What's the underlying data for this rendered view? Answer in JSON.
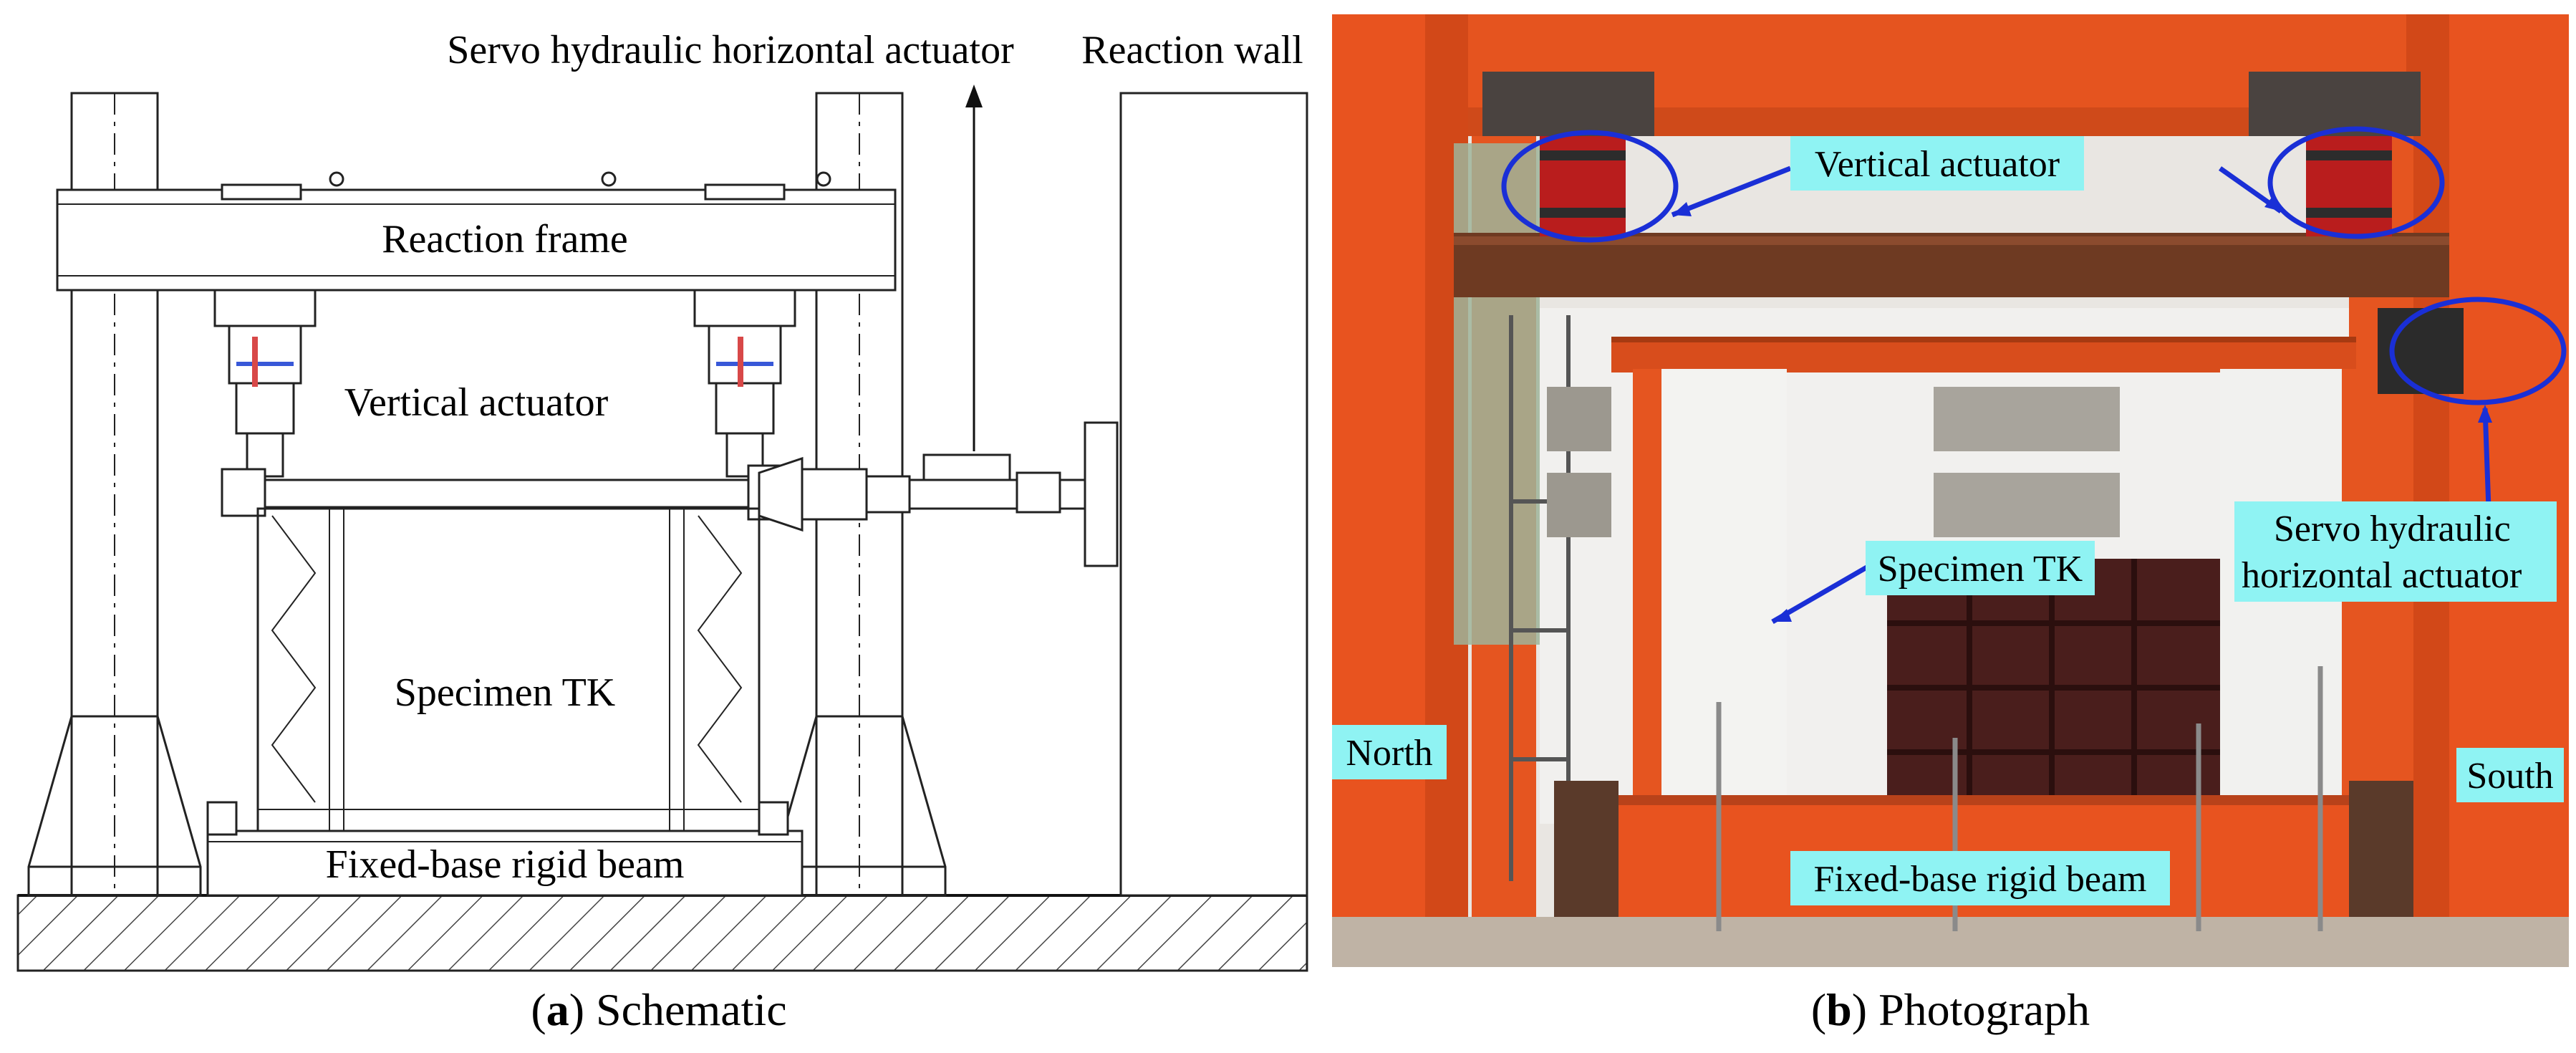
{
  "schematic": {
    "labels": {
      "horizontal_actuator": "Servo hydraulic horizontal actuator",
      "reaction_wall": "Reaction wall",
      "reaction_frame": "Reaction frame",
      "vertical_actuator": "Vertical actuator",
      "specimen": "Specimen TK",
      "rigid_beam": "Fixed-base rigid beam"
    }
  },
  "photograph": {
    "labels": {
      "vertical_actuator": "Vertical actuator",
      "specimen": "Specimen TK",
      "horizontal_actuator_line1": "Servo hydraulic",
      "horizontal_actuator_line2": "horizontal actuator",
      "north": "North",
      "south": "South",
      "rigid_beam": "Fixed-base rigid beam"
    },
    "colors": {
      "label_background": "#8ff3f3",
      "annotation": "#1a2fd6",
      "frame_orange": "#e8531f"
    }
  },
  "captions": {
    "a_letter": "a",
    "a_text": " Schematic",
    "b_letter": "b",
    "b_text": " Photograph"
  }
}
